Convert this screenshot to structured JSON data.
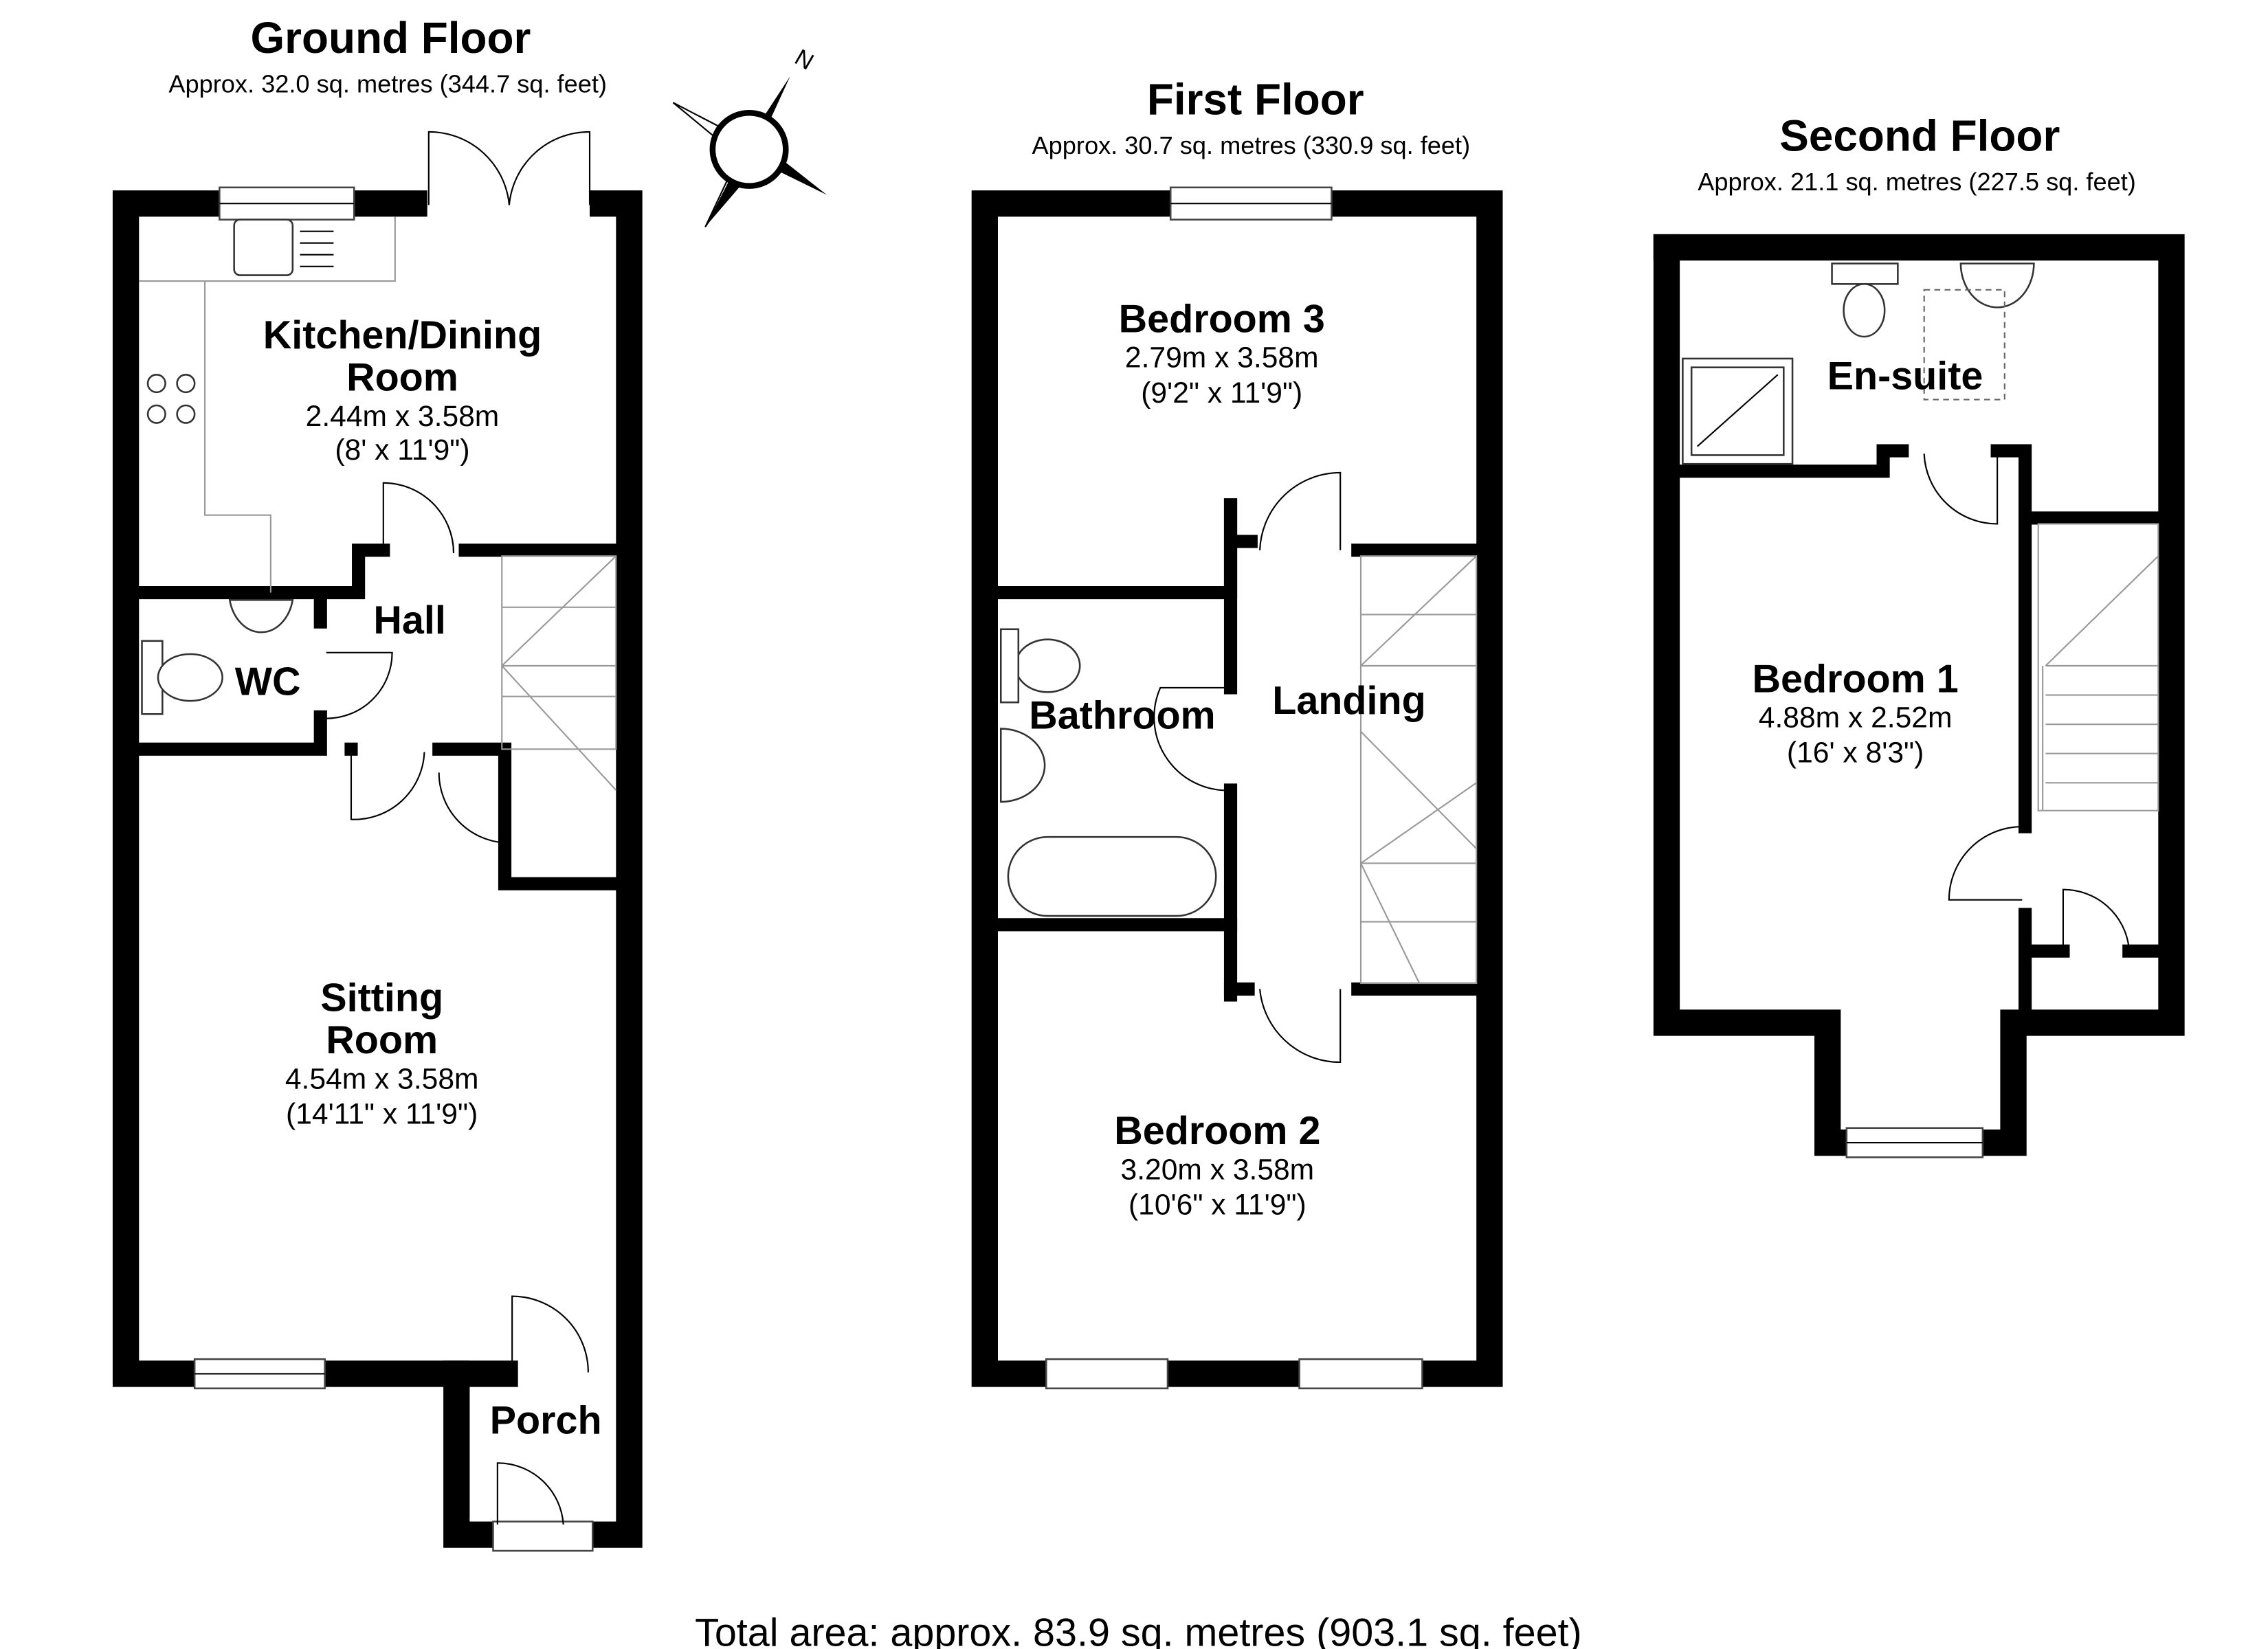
{
  "floors": {
    "ground": {
      "title": "Ground Floor",
      "area": "Approx. 32.0 sq. metres (344.7 sq. feet)",
      "rooms": {
        "kitchen": {
          "name_line1": "Kitchen/Dining",
          "name_line2": "Room",
          "metric": "2.44m x 3.58m",
          "imperial": "(8' x 11'9\")"
        },
        "hall": {
          "name": "Hall"
        },
        "wc": {
          "name": "WC"
        },
        "sitting": {
          "name_line1": "Sitting",
          "name_line2": "Room",
          "metric": "4.54m x 3.58m",
          "imperial": "(14'11\" x 11'9\")"
        },
        "porch": {
          "name": "Porch"
        }
      }
    },
    "first": {
      "title": "First Floor",
      "area": "Approx. 30.7 sq. metres (330.9 sq. feet)",
      "rooms": {
        "bedroom3": {
          "name": "Bedroom 3",
          "metric": "2.79m x 3.58m",
          "imperial": "(9'2\" x 11'9\")"
        },
        "bathroom": {
          "name": "Bathroom"
        },
        "landing": {
          "name": "Landing"
        },
        "bedroom2": {
          "name": "Bedroom 2",
          "metric": "3.20m x 3.58m",
          "imperial": "(10'6\" x 11'9\")"
        }
      }
    },
    "second": {
      "title": "Second Floor",
      "area": "Approx. 21.1 sq. metres (227.5 sq. feet)",
      "rooms": {
        "ensuite": {
          "name": "En-suite"
        },
        "bedroom1": {
          "name": "Bedroom 1",
          "metric": "4.88m x 2.52m",
          "imperial": "(16' x 8'3\")"
        }
      }
    }
  },
  "compass": {
    "label": "N",
    "icon": "compass-rose-icon"
  },
  "total": "Total area: approx. 83.9 sq. metres (903.1 sq. feet)"
}
